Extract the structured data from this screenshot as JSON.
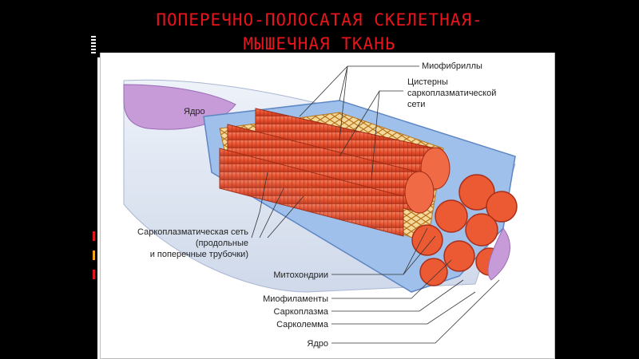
{
  "slide": {
    "title_line1": "ПОПЕРЕЧНО-ПОЛОСАТАЯ СКЕЛЕТНАЯ-",
    "title_line2": "МЫШЕЧНАЯ ТКАНЬ"
  },
  "diagram": {
    "labels": {
      "nucleus_left": "Ядро",
      "myofibrils": "Миофибриллы",
      "cisterns_line1": "Цистерны",
      "cisterns_line2": "саркоплазматической",
      "cisterns_line3": "сети",
      "sr_line1": "Саркоплазматическая сеть",
      "sr_line2": "(продольные",
      "sr_line3": "и поперечные трубочки)",
      "mitochondria": "Митохондрии",
      "myofilaments": "Миофиламенты",
      "sarcoplasm": "Саркоплазма",
      "sarcolemma": "Сарколемма",
      "nucleus_bottom": "Ядро"
    },
    "colors": {
      "fiber": "#e8502e",
      "fiber_dark": "#c23a1f",
      "sarcolemma": "#8fb1e0",
      "reticulum": "#d9a640",
      "nucleus": "#b07fc7",
      "cell_body": "#dfe6f3"
    }
  }
}
